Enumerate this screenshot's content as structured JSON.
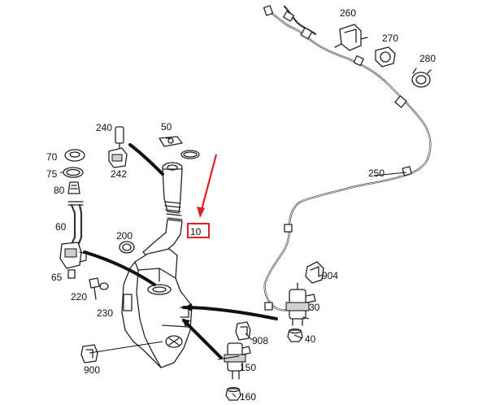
{
  "callouts": {
    "c10": "10",
    "c30": "30",
    "c40": "40",
    "c50": "50",
    "c60": "60",
    "c65": "65",
    "c70": "70",
    "c75": "75",
    "c80": "80",
    "c150": "150",
    "c160": "160",
    "c200": "200",
    "c220": "220",
    "c230": "230",
    "c240": "240",
    "c242": "242",
    "c250": "250",
    "c260": "260",
    "c270": "270",
    "c280": "280",
    "c900": "900",
    "c904": "904",
    "c908": "908"
  },
  "colors": {
    "highlight": "#e02020",
    "line": "#222222",
    "background": "#ffffff"
  }
}
